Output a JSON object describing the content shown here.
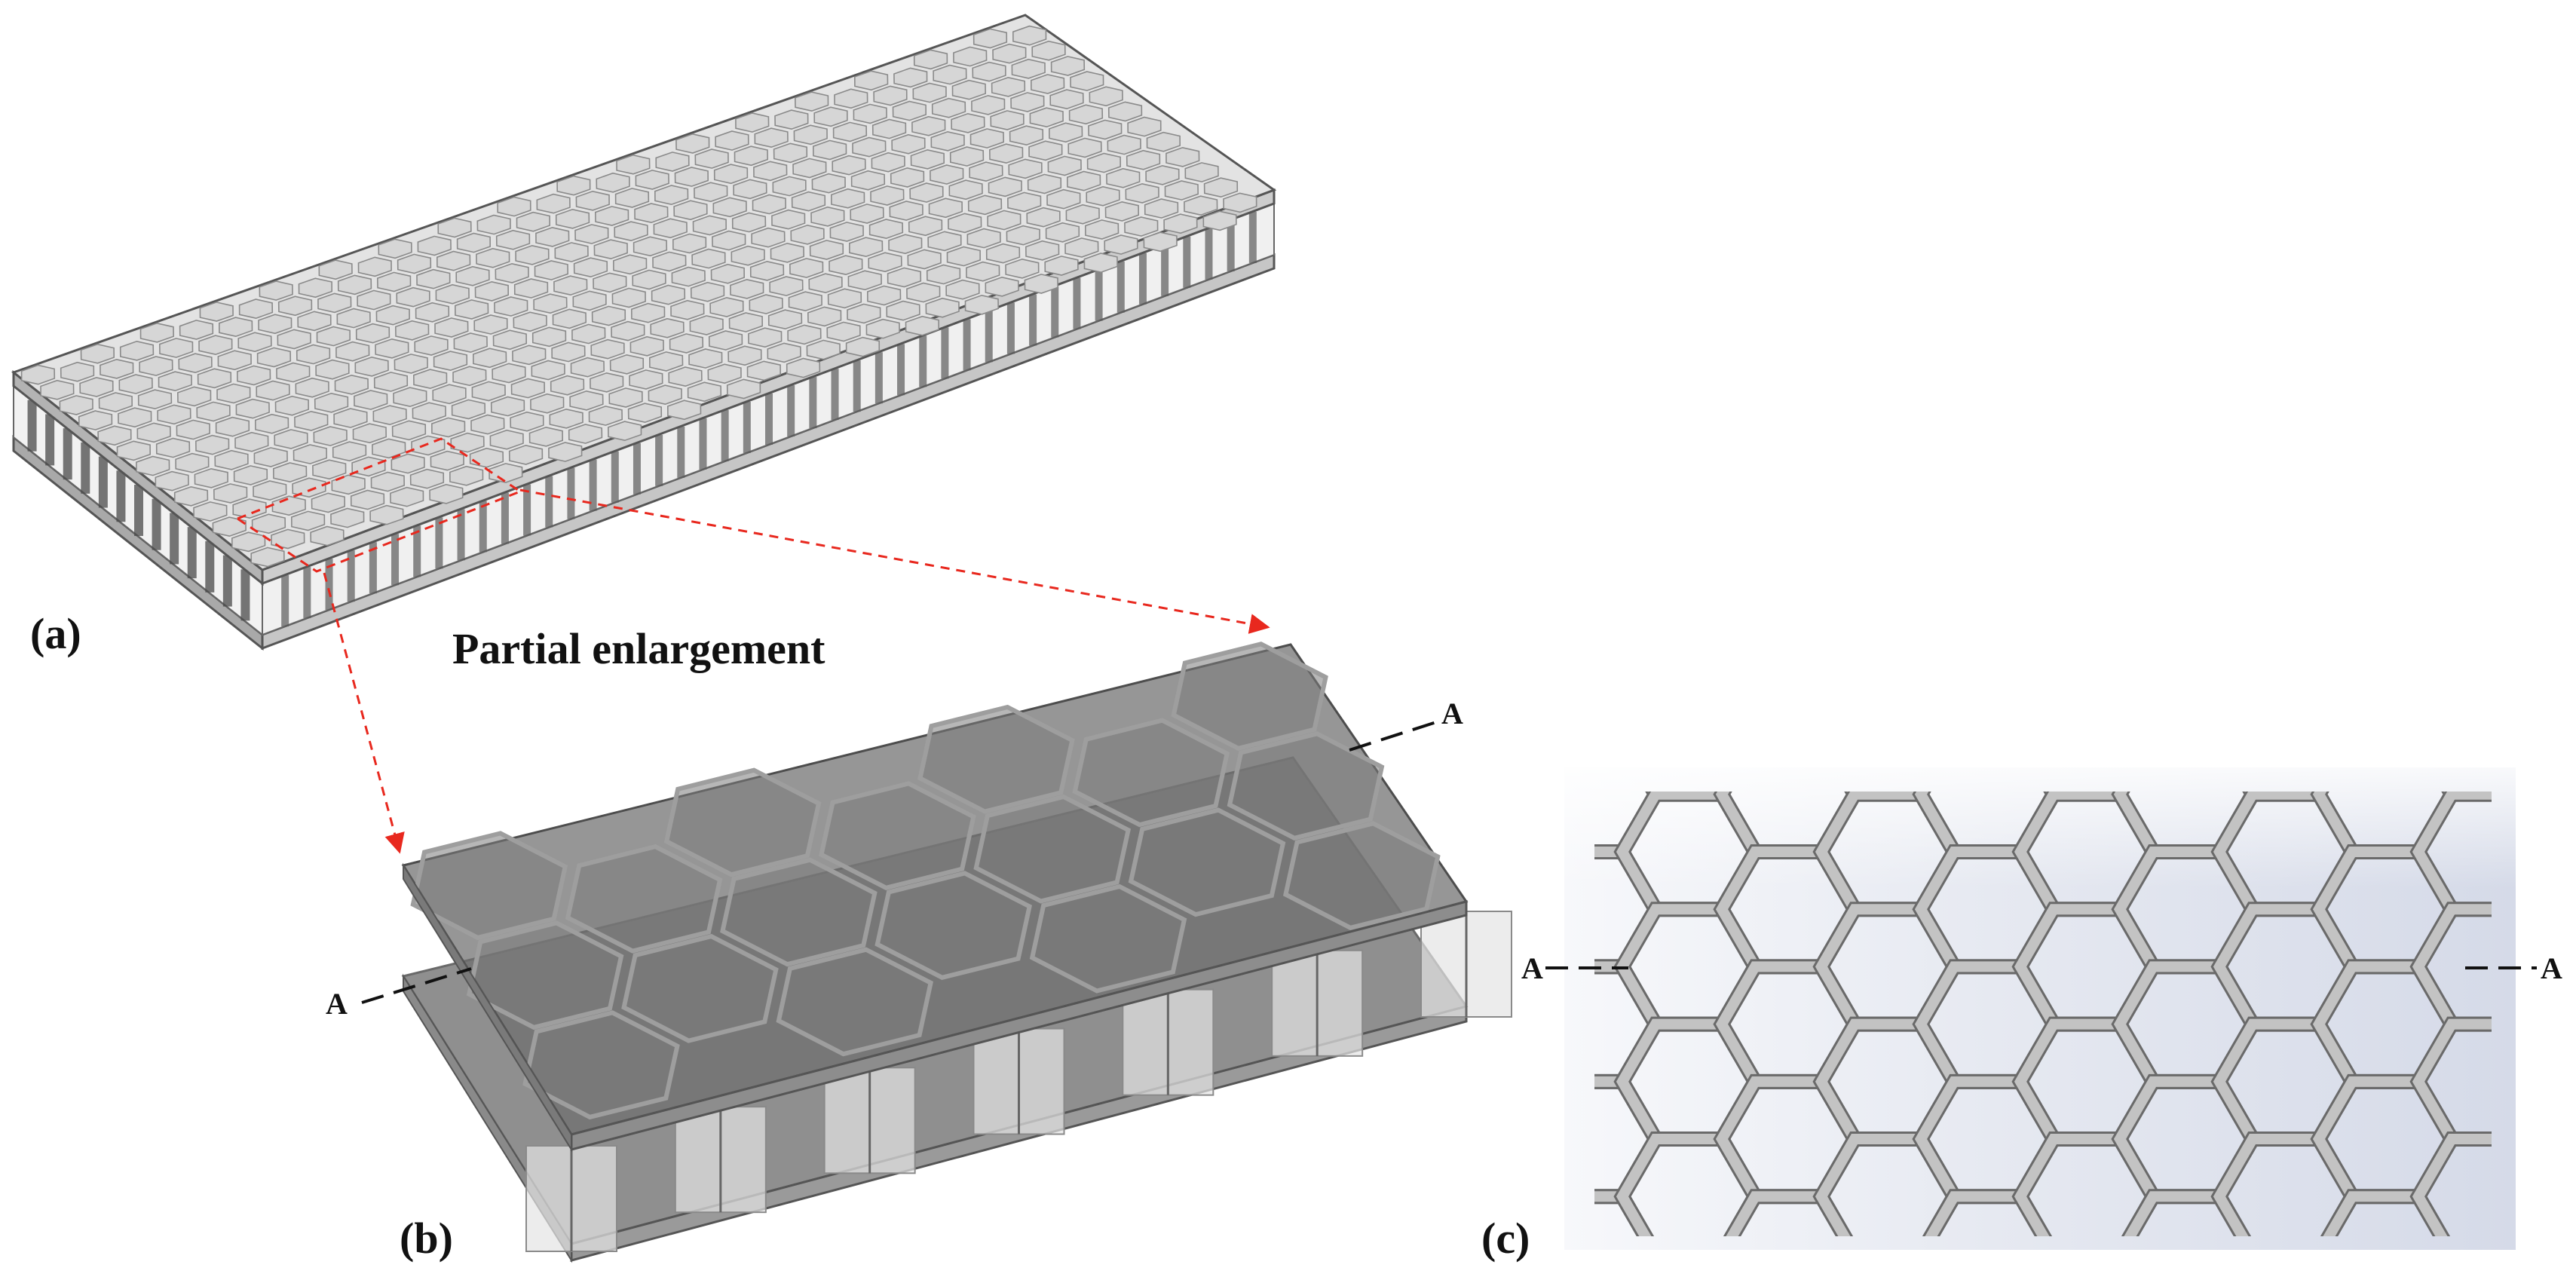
{
  "labels": {
    "panel_a": "(a)",
    "panel_b": "(b)",
    "panel_c": "(c)",
    "enlargement": "Partial enlargement",
    "section_left_b": "A",
    "section_right_b": "A",
    "section_left_c": "A",
    "section_right_c": "A"
  },
  "colors": {
    "arrow": "#e8281e",
    "panel_face": "#bdbdbd",
    "cell_wall": "#b8b8b8",
    "plate_tint": "#6e6e6e",
    "background_c": "#dfe3ee"
  },
  "icons": {
    "section_line": "dashed-section-line",
    "leader_arrow": "dashed-red-arrow"
  }
}
